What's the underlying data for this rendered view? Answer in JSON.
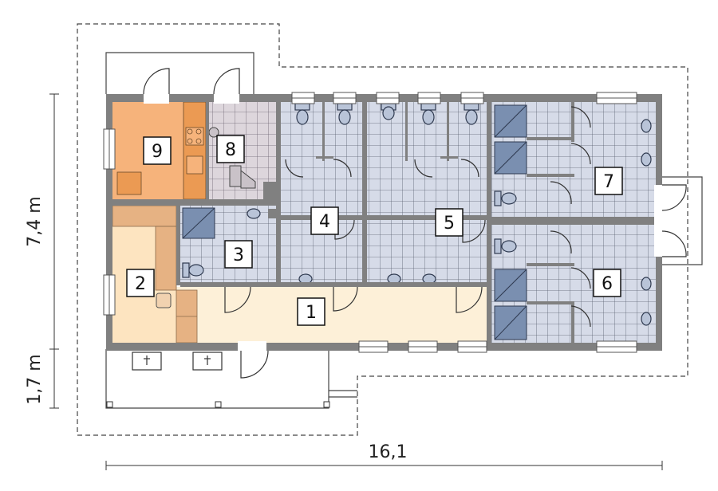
{
  "dimensions": {
    "height_main": "7,4 m",
    "height_terrace": "1,7 m",
    "width_total": "16,1"
  },
  "rooms": [
    {
      "label": "1"
    },
    {
      "label": "2"
    },
    {
      "label": "3"
    },
    {
      "label": "4"
    },
    {
      "label": "5"
    },
    {
      "label": "6"
    },
    {
      "label": "7"
    },
    {
      "label": "8"
    },
    {
      "label": "9"
    }
  ],
  "colors": {
    "wall": "#808080",
    "tile": "#d6dbe8",
    "tile_line": "#5a6170",
    "corridor": "#fdf0d8",
    "room2": "#fde4c0",
    "counter": "#e6b283",
    "kitchen": "#f6b37b",
    "room8": "#ddd6dc",
    "shower": "#7a8fb0"
  }
}
